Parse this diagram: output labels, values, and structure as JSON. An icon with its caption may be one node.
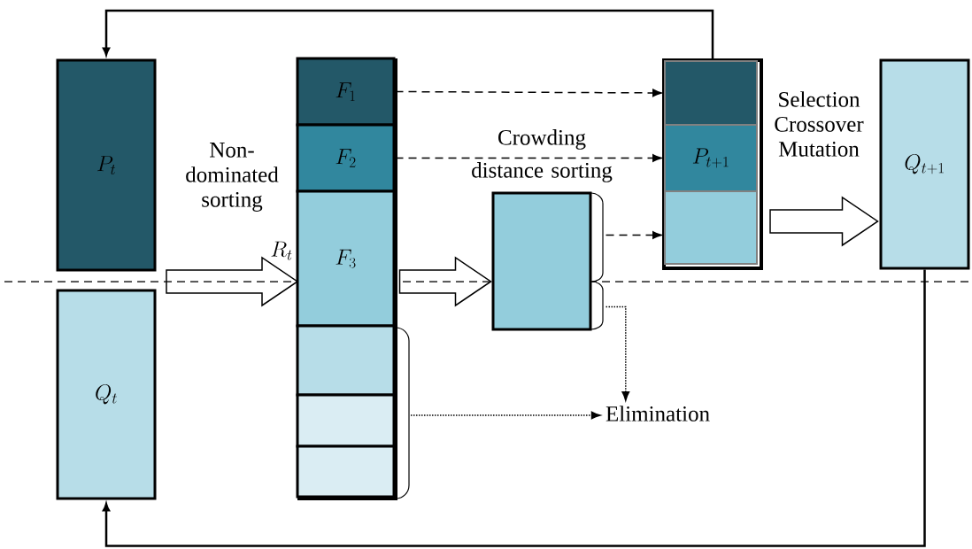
{
  "diagram": {
    "nodes": [
      {
        "text": [
          "P_t"
        ]
      },
      {
        "text": [
          "Q_t"
        ]
      },
      {
        "text": [],
        "shape": "box",
        "beside": [
          "R_t"
        ]
      },
      {
        "text": [
          "F_1"
        ],
        "in": 2
      },
      {
        "text": [
          "F_2"
        ],
        "in": 2
      },
      {
        "text": [
          "F_3"
        ],
        "in": 2
      },
      {
        "text": [],
        "shape": "box",
        "in": 2
      },
      {
        "text": [],
        "shape": "box",
        "in": 2
      },
      {
        "text": [],
        "shape": "box",
        "in": 2
      },
      {
        "text": [],
        "shape": "box",
        "beside": [
          "Crowding distance sorting"
        ]
      },
      {
        "text": [],
        "shape": "box"
      },
      {
        "text": [],
        "shape": "box",
        "in": 10
      },
      {
        "text": [
          "P_{t+1}"
        ],
        "in": 10
      },
      {
        "text": [],
        "shape": "box",
        "in": 10
      },
      {
        "text": [
          "Q_{t+1}"
        ]
      },
      {
        "text": [
          "Elimination"
        ]
      }
    ],
    "edges": [
      {
        "from": null,
        "to": 2,
        "arrow": "to",
        "style": "thick",
        "label": "Non-dominated sorting"
      },
      {
        "from": 5,
        "to": 9,
        "arrow": "to",
        "style": "thick"
      },
      {
        "from": 10,
        "to": 14,
        "arrow": "to",
        "style": "thick",
        "label": "Selection Crossover Mutation"
      },
      {
        "from": 3,
        "to": 11,
        "arrow": "to",
        "style": "dashed"
      },
      {
        "from": 4,
        "to": 12,
        "arrow": "to",
        "style": "dashed"
      },
      {
        "from": 9,
        "to": 13,
        "arrow": "to",
        "style": "dashed"
      },
      {
        "from": 9,
        "to": 15,
        "arrow": "to",
        "style": "dashed"
      },
      {
        "from": 2,
        "to": 15,
        "arrow": "to",
        "style": "dashed"
      },
      {
        "from": 10,
        "to": 0,
        "arrow": "to"
      },
      {
        "from": 14,
        "to": 1,
        "arrow": "to"
      }
    ]
  }
}
